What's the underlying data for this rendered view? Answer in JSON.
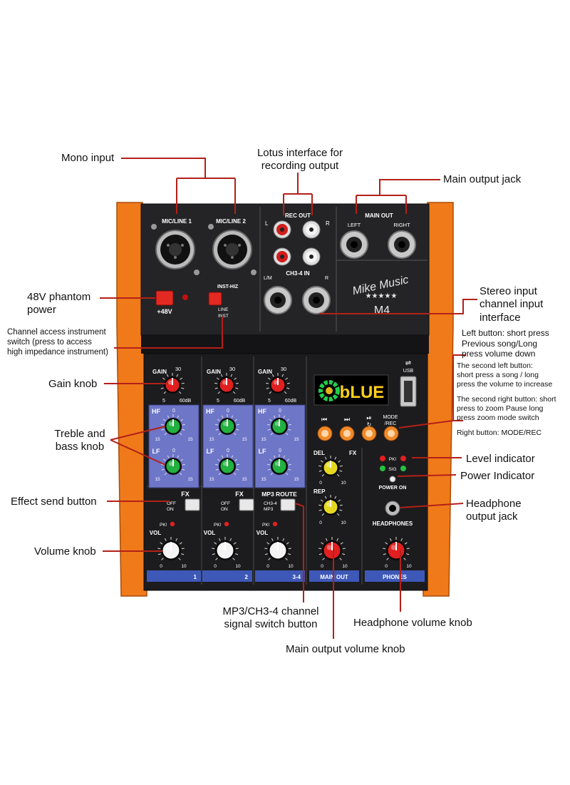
{
  "annotations": {
    "mono_input": "Mono input",
    "lotus": "Lotus interface for\nrecording output",
    "main_output_jack": "Main output jack",
    "phantom": "48V phantom\npower",
    "channel_access": "Channel access instrument\nswitch (press to access\nhigh impedance instrument)",
    "stereo_input": "Stereo input\nchannel input\ninterface",
    "left_button": "Left button: short press\nPrevious song/Long\npress volume down",
    "second_left": "The second left button:\nshort press a song / long\npress the volume to increase",
    "second_right": "The second right button: short\npress to zoom Pause long\npress zoom mode switch",
    "right_button": "Right button: MODE/REC",
    "gain_knob": "Gain knob",
    "treble_bass": "Treble and\nbass knob",
    "level_indicator": "Level indicator",
    "power_indicator": "Power Indicator",
    "effect_send": "Effect send button",
    "headphone_jack": "Headphone\noutput jack",
    "volume_knob": "Volume knob",
    "mp3_switch": "MP3/CH3-4 channel\nsignal switch button",
    "headphone_volume": "Headphone volume knob",
    "main_volume": "Main output volume knob"
  },
  "device": {
    "mic_line_1": "MIC/LINE 1",
    "mic_line_2": "MIC/LINE 2",
    "rec_out": "REC OUT",
    "ch34_in": "CH3-4 IN",
    "main_out": "MAIN OUT",
    "left": "LEFT",
    "right": "RIGHT",
    "l": "L",
    "r": "R",
    "lm": "L/M",
    "plus48v": "+48V",
    "inst_hiz": "INST-HIZ",
    "line": "LINE",
    "inst": "INST",
    "brand": "Mike Music",
    "stars": "★★★★★",
    "model": "M4",
    "gain": "GAIN",
    "gain_max": "30",
    "gain_min": "5",
    "gain_unit": "60dB",
    "hf": "HF",
    "lf": "LF",
    "eq_mid": "0",
    "eq_scale": "15",
    "display_text": "bLUE",
    "usb": "USB",
    "mode_rec": "MODE\n/REC",
    "del": "DEL",
    "fx": "FX",
    "rep": "REP",
    "off": "OFF",
    "on": "ON",
    "ch34": "CH3-4",
    "mp3": "MP3",
    "mp3_route": "MP3 ROUTE",
    "pk": "PK!",
    "sig": "SIG",
    "power_on": "POWER ON",
    "headphones": "HEADPHONES",
    "vol": "VOL",
    "scale_zero": "0",
    "scale_ten": "10",
    "ch_label_1": "1",
    "ch_label_2": "2",
    "ch_label_34": "3-4",
    "main_out_label": "MAIN OUT",
    "phones_label": "PHONES"
  },
  "colors": {
    "body": "#1e1e20",
    "orange": "#f07a1a",
    "eq_blue": "#6e76c8",
    "label_blue": "#3e58b8",
    "knob_red": "#e02020",
    "knob_green": "#22b040",
    "knob_yellow": "#e6d820",
    "annotation_line": "#b32018"
  }
}
